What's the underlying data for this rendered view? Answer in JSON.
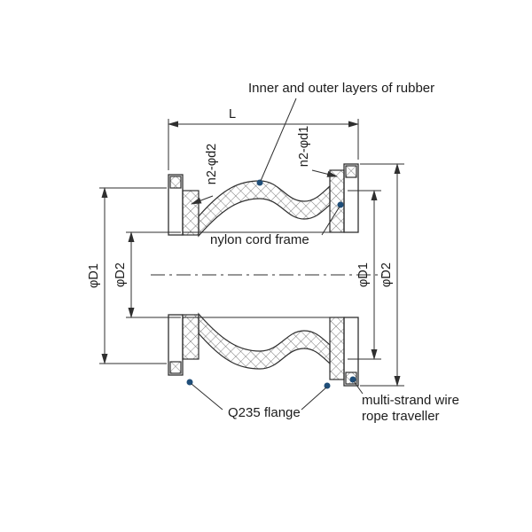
{
  "drawing": {
    "title": "rubber expansion joint cross-section",
    "annotations": {
      "rubber_layers": "Inner and outer layers of rubber",
      "nylon_cord": "nylon cord frame",
      "q235_flange": "Q235 flange",
      "wire_rope_line1": "multi-strand wire",
      "wire_rope_line2": "rope traveller"
    },
    "dimensions": {
      "length": "L",
      "left_outer_diameter": "φD1",
      "left_inner_diameter": "φD2",
      "right_inner_diameter": "φD1",
      "right_outer_diameter": "φD2",
      "bolt_holes_left": "n2-φd2",
      "bolt_holes_right": "n2-φd1"
    },
    "colors": {
      "line": "#2f2f2f",
      "leader_dot": "#1f4e79",
      "background": "#ffffff"
    }
  }
}
